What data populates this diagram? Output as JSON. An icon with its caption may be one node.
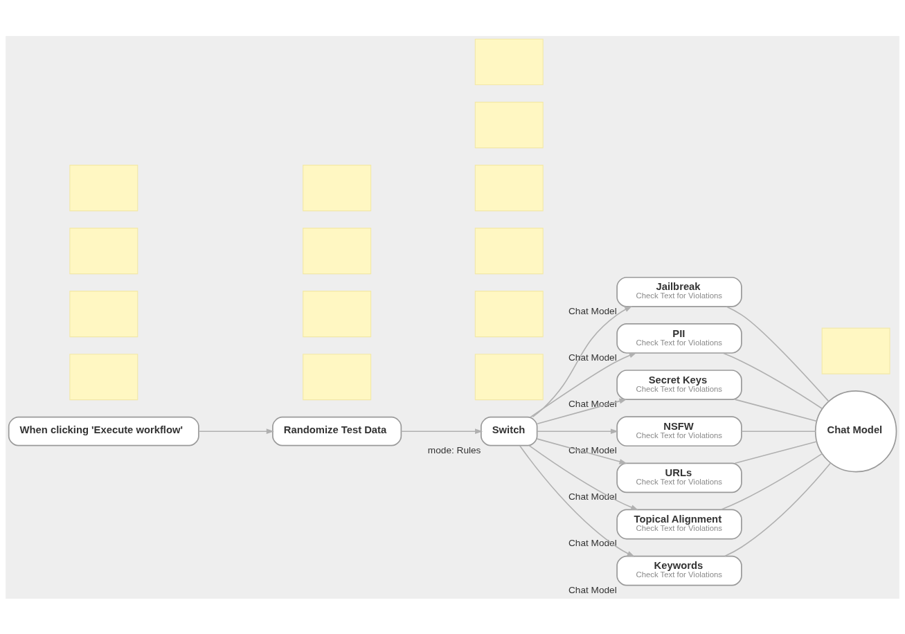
{
  "diagram": {
    "nodes": [
      {
        "text": [
          "When clicking 'Execute workflow'"
        ]
      },
      {
        "text": [
          "Randomize Test Data"
        ]
      },
      {
        "text": [
          "Switch"
        ],
        "beside": [
          "mode: Rules"
        ]
      },
      {
        "text": [
          "Jailbreak",
          "Check Text for Violations"
        ],
        "beside": [
          "Chat Model"
        ]
      },
      {
        "text": [
          "PII",
          "Check Text for Violations"
        ],
        "beside": [
          "Chat Model"
        ]
      },
      {
        "text": [
          "Secret Keys",
          "Check Text for Violations"
        ],
        "beside": [
          "Chat Model"
        ]
      },
      {
        "text": [
          "NSFW",
          "Check Text for Violations"
        ],
        "beside": [
          "Chat Model"
        ]
      },
      {
        "text": [
          "URLs",
          "Check Text for Violations"
        ],
        "beside": [
          "Chat Model"
        ]
      },
      {
        "text": [
          "Topical Alignment",
          "Check Text for Violations"
        ],
        "beside": [
          "Chat Model"
        ]
      },
      {
        "text": [
          "Keywords",
          "Check Text for Violations"
        ],
        "beside": [
          "Chat Model"
        ]
      },
      {
        "text": [
          "Chat Model"
        ]
      },
      {
        "text": [],
        "shape": "box"
      },
      {
        "text": [],
        "shape": "box"
      },
      {
        "text": [],
        "shape": "box"
      },
      {
        "text": [],
        "shape": "box"
      },
      {
        "text": [],
        "shape": "box"
      },
      {
        "text": [],
        "shape": "box"
      },
      {
        "text": [],
        "shape": "box"
      },
      {
        "text": [],
        "shape": "box"
      },
      {
        "text": [],
        "shape": "box"
      },
      {
        "text": [],
        "shape": "box"
      },
      {
        "text": [],
        "shape": "box"
      },
      {
        "text": [],
        "shape": "box"
      },
      {
        "text": [],
        "shape": "box"
      },
      {
        "text": [],
        "shape": "box"
      },
      {
        "text": [],
        "shape": "box"
      }
    ],
    "edges": [
      {
        "from": 0,
        "to": 1,
        "arrow": "to"
      },
      {
        "from": 1,
        "to": 2,
        "arrow": "to"
      },
      {
        "from": 2,
        "to": 3,
        "arrow": "to"
      },
      {
        "from": 2,
        "to": 4,
        "arrow": "to"
      },
      {
        "from": 2,
        "to": 5,
        "arrow": "to"
      },
      {
        "from": 2,
        "to": 6,
        "arrow": "to"
      },
      {
        "from": 2,
        "to": 7,
        "arrow": "to"
      },
      {
        "from": 2,
        "to": 8,
        "arrow": "to"
      },
      {
        "from": 2,
        "to": 9,
        "arrow": "to"
      },
      {
        "from": 3,
        "to": 10,
        "arrow": "none"
      },
      {
        "from": 4,
        "to": 10,
        "arrow": "none"
      },
      {
        "from": 5,
        "to": 10,
        "arrow": "none"
      },
      {
        "from": 6,
        "to": 10,
        "arrow": "none"
      },
      {
        "from": 7,
        "to": 10,
        "arrow": "none"
      },
      {
        "from": 8,
        "to": 10,
        "arrow": "none"
      },
      {
        "from": 9,
        "to": 10,
        "arrow": "none"
      }
    ]
  }
}
